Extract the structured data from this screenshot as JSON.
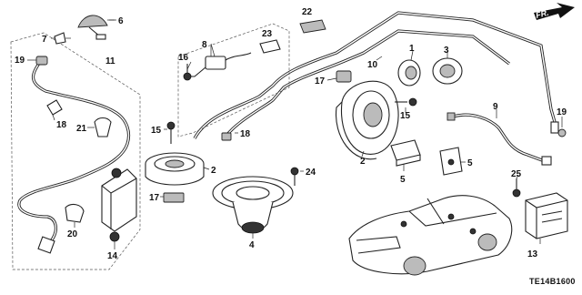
{
  "diagram": {
    "code": "TE14B1600",
    "direction_label": "FR.",
    "callouts": {
      "c1": "1",
      "c2a": "2",
      "c2b": "2",
      "c3": "3",
      "c4": "4",
      "c5a": "5",
      "c5b": "5",
      "c6": "6",
      "c7": "7",
      "c8": "8",
      "c9": "9",
      "c10": "10",
      "c11": "11",
      "c13": "13",
      "c14": "14",
      "c15a": "15",
      "c15b": "15",
      "c16": "16",
      "c17a": "17",
      "c17b": "17",
      "c18a": "18",
      "c18b": "18",
      "c19a": "19",
      "c19b": "19",
      "c20": "20",
      "c21": "21",
      "c22": "22",
      "c23": "23",
      "c24": "24",
      "c25": "25"
    }
  }
}
